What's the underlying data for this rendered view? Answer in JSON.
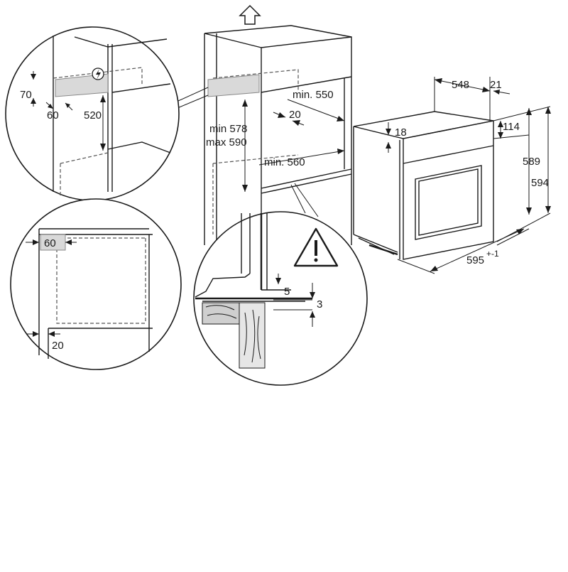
{
  "labels": {
    "detail_top_70": "70",
    "detail_top_60": "60",
    "detail_top_520": "520",
    "detail_left_60": "60",
    "detail_left_20": "20",
    "cab_min550": "min. 550",
    "cab_20": "20",
    "cab_min578": "min 578",
    "cab_max590": "max 590",
    "cab_min560": "min. 560",
    "det_5": "5",
    "det_3": "3",
    "oven_548": "548",
    "oven_21": "21",
    "oven_18": "18",
    "oven_114": "114",
    "oven_589": "589",
    "oven_594": "594",
    "oven_595": "595",
    "oven_595_tol": "+-1"
  },
  "icons": {
    "up_arrow": "up-arrow-icon",
    "lightning": "electric-bolt-icon",
    "warning": "warning-triangle-icon"
  },
  "colors": {
    "line": "#1a1a1a",
    "shade": "#d9d9d9",
    "wood": "#cfcfcf"
  }
}
